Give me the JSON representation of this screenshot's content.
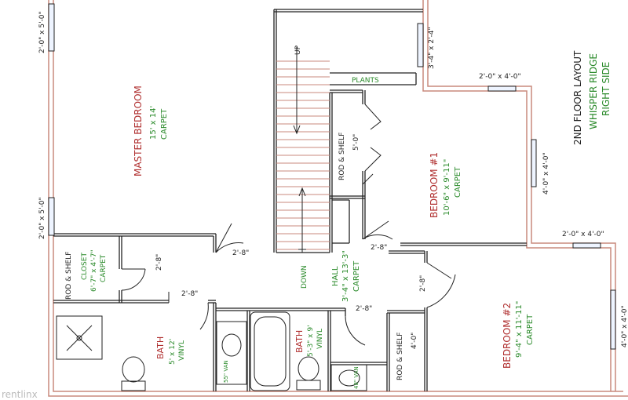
{
  "title": {
    "layout": "2ND FLOOR LAYOUT",
    "line1": "WHISPER RIDGE",
    "line2": "RIGHT SIDE"
  },
  "rooms": {
    "master": {
      "name": "MASTER BEDROOM",
      "size": "15' x 14'",
      "floor": "CARPET"
    },
    "bedroom1": {
      "name": "BEDROOM #1",
      "size": "10'-6\" x 9'-11\"",
      "floor": "CARPET"
    },
    "bedroom2": {
      "name": "BEDROOM #2",
      "size": "9'-4\" x 11'-11\"",
      "floor": "CARPET"
    },
    "hall": {
      "name": "HALL",
      "size": "3'-4\" x 13'-3\"",
      "floor": "CARPET"
    },
    "closet": {
      "name": "CLOSET",
      "size": "6'-7\" x 4'-7\"",
      "floor": "CARPET"
    },
    "bath1": {
      "name": "BATH",
      "size": "5' x 12'",
      "floor": "VINYL"
    },
    "bath2": {
      "name": "BATH",
      "size": "5'-3\" x 9'",
      "floor": "VINYL"
    }
  },
  "stairs": {
    "up": "UP",
    "down": "DOWN"
  },
  "plants": "PLANTS",
  "rod_shelf": "ROD & SHELF",
  "dims": {
    "win_master_top": "2'-0\" x 5'-0\"",
    "win_master_mid": "2'-0\" x 5'-0\"",
    "win_stair": "3'-4\" x 2'-4\"",
    "win_b1_top": "2'-0\" x 4'-0\"",
    "win_b1_side": "4'-0\" x 4'-0\"",
    "win_b2_top": "2'-0\" x 4'-0\"",
    "win_b2_side": "4'-0\" x 4'-0\"",
    "b1_closet": "5'-0\"",
    "b2_closet": "4'-0\"",
    "door_master": "2'-8\"",
    "door_closet": "2'-8\"",
    "door_bath1": "2'-8\"",
    "door_b1": "2'-8\"",
    "door_b2": "2'-8\"",
    "door_bath2": "2'-8\"",
    "van1": "55\" VAN",
    "van2": "48\" VAN"
  },
  "watermark": "rentlinx",
  "colors": {
    "wall": "#c98a7d",
    "line": "#222222",
    "green": "#2a8a2a",
    "red": "#b03030"
  }
}
